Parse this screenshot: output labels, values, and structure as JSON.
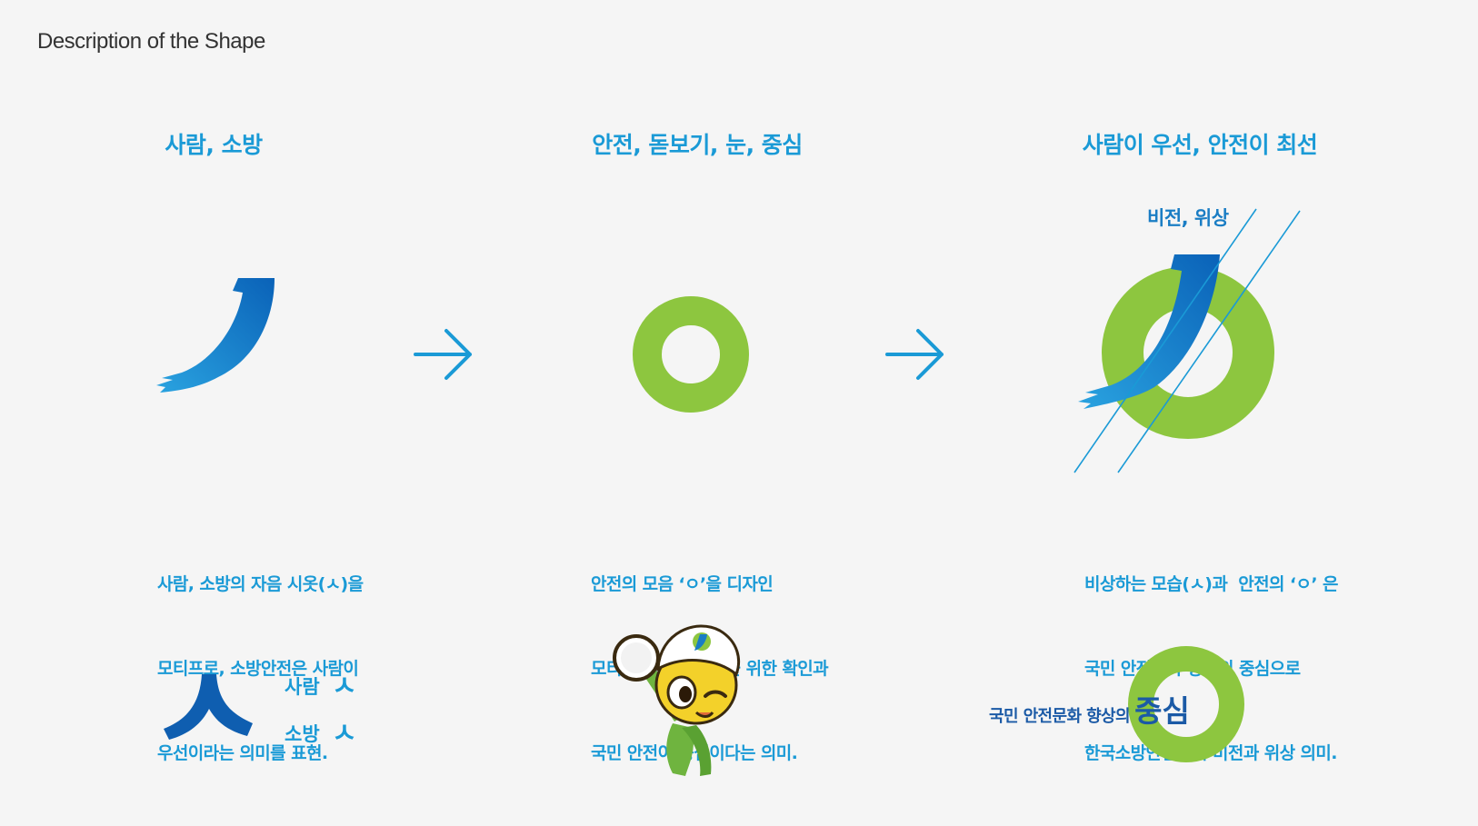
{
  "page_title": "Description of the Shape",
  "columns": [
    {
      "title": "사람, 소방",
      "description": [
        "사람, 소방의 자음 시옷(ㅅ)을",
        "모티프로, 소방안전은 사람이",
        "우선이라는 의미를 표현."
      ]
    },
    {
      "title": "안전, 돋보기, 눈, 중심",
      "description": [
        "안전의 모음 ‘ㅇ’을 디자인",
        "모티프로, 소방안전을 위한 확인과",
        "국민 안전이 중심이다는 의미."
      ]
    },
    {
      "title": "사람이 우선, 안전이 최선",
      "vision_label": "비전, 위상",
      "description": [
        "비상하는 모습(ㅅ)과  안전의 ‘ㅇ’ 은",
        "국민 안전문화 향상의 중심으로",
        "한국소방안전원의 비전과 위상 의미."
      ]
    }
  ],
  "siot_legend": {
    "big_glyph": "ㅅ",
    "rows": [
      {
        "word": "사람",
        "glyph": "ㅅ"
      },
      {
        "word": "소방",
        "glyph": "ㅅ"
      }
    ]
  },
  "center_caption": {
    "text": "국민 안전문화 향상의",
    "emphasis": "중심"
  },
  "icons": [
    "brush-stroke-icon",
    "arrow-right-icon",
    "green-ring-icon",
    "logo-mark-icon",
    "mascot-icon"
  ],
  "colors": {
    "accent_blue": "#1a9ad6",
    "deep_blue": "#1b5aa6",
    "brand_green": "#8dc63f",
    "stroke_blue": "#0d6fc0"
  }
}
